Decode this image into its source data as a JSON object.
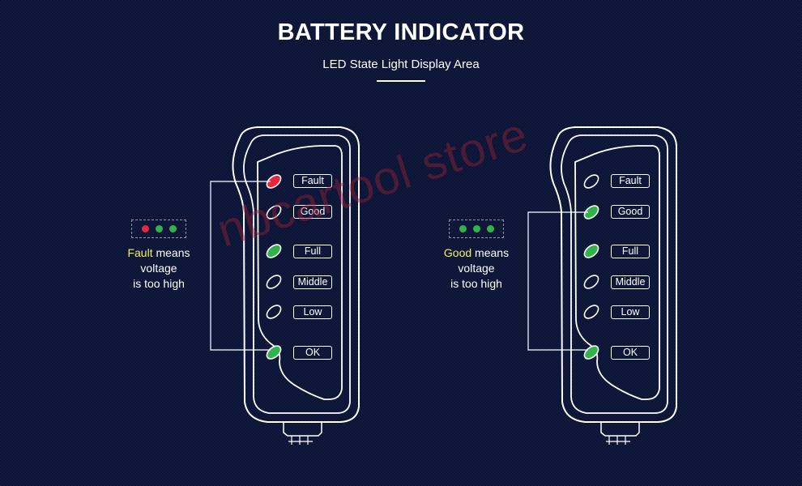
{
  "header": {
    "title": "BATTERY INDICATOR",
    "subtitle": "LED State Light Display Area"
  },
  "watermark": "nbcartool store",
  "led_labels": [
    "Fault",
    "Good",
    "Full",
    "Middle",
    "Low",
    "OK"
  ],
  "colors": {
    "background": "#0b1436",
    "led_red": "#e8283a",
    "led_green": "#2fb34a",
    "highlight_text": "#f3ef64",
    "outline": "#ffffff"
  },
  "panels": [
    {
      "id": "fault",
      "leds": [
        "red",
        "off",
        "green",
        "off",
        "off",
        "green"
      ],
      "legend_dots": [
        "red",
        "green",
        "green"
      ],
      "description": {
        "highlight": "Fault",
        "rest": " means",
        "line2": "voltage",
        "line3": "is too high"
      }
    },
    {
      "id": "good",
      "leds": [
        "off",
        "green",
        "green",
        "off",
        "off",
        "green"
      ],
      "legend_dots": [
        "green",
        "green",
        "green"
      ],
      "description": {
        "highlight": "Good",
        "rest": " means",
        "line2": "voltage",
        "line3": "is too high"
      }
    }
  ]
}
